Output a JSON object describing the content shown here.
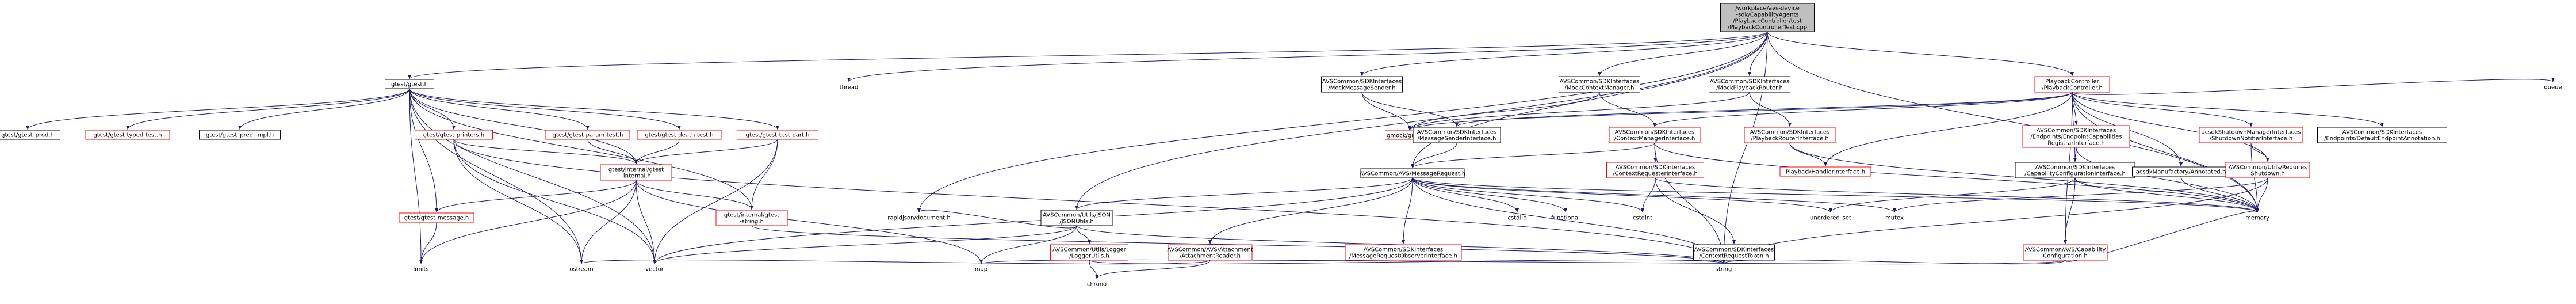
{
  "colors": {
    "edge": "#191970",
    "root_fill": "#bfbfbf",
    "root_border": "#000000",
    "node_fill": "#ffffff",
    "node_border": "#000000",
    "linked_border": "#ff0000",
    "external_text": "#000000"
  },
  "nodes": [
    {
      "id": "root",
      "lines": [
        "/workplace/avs-device",
        "-sdk/CapabilityAgents",
        "/PlaybackController/test",
        "/PlaybackControllerTest.cpp"
      ],
      "style": "root"
    },
    {
      "id": "gtest",
      "lines": [
        "gtest/gtest.h"
      ],
      "style": "doc"
    },
    {
      "id": "thread",
      "lines": [
        "thread"
      ],
      "style": "ext"
    },
    {
      "id": "mockmsgsender",
      "lines": [
        "AVSCommon/SDKInterfaces",
        "/MockMessageSender.h"
      ],
      "style": "doc"
    },
    {
      "id": "mockctxmgr",
      "lines": [
        "AVSCommon/SDKInterfaces",
        "/MockContextManager.h"
      ],
      "style": "doc"
    },
    {
      "id": "mockplayrouter",
      "lines": [
        "AVSCommon/SDKInterfaces",
        "/MockPlaybackRouter.h"
      ],
      "style": "doc"
    },
    {
      "id": "pbctrl",
      "lines": [
        "PlaybackController",
        "/PlaybackController.h"
      ],
      "style": "red"
    },
    {
      "id": "queue",
      "lines": [
        "queue"
      ],
      "style": "ext"
    },
    {
      "id": "gtest_prod",
      "lines": [
        "gtest/gtest_prod.h"
      ],
      "style": "doc"
    },
    {
      "id": "gtest_typed",
      "lines": [
        "gtest/gtest-typed-test.h"
      ],
      "style": "red"
    },
    {
      "id": "gtest_pred",
      "lines": [
        "gtest/gtest_pred_impl.h"
      ],
      "style": "doc"
    },
    {
      "id": "gtest_printers",
      "lines": [
        "gtest/gtest-printers.h"
      ],
      "style": "red"
    },
    {
      "id": "gtest_param",
      "lines": [
        "gtest/gtest-param-test.h"
      ],
      "style": "red"
    },
    {
      "id": "gtest_death",
      "lines": [
        "gtest/gtest-death-test.h"
      ],
      "style": "red"
    },
    {
      "id": "gtest_testpart",
      "lines": [
        "gtest/gtest-test-part.h"
      ],
      "style": "red"
    },
    {
      "id": "gmock",
      "lines": [
        "gmock/gmock.h"
      ],
      "style": "red"
    },
    {
      "id": "msgsenderif",
      "lines": [
        "AVSCommon/SDKInterfaces",
        "/MessageSenderInterface.h"
      ],
      "style": "doc"
    },
    {
      "id": "ctxmgrif",
      "lines": [
        "AVSCommon/SDKInterfaces",
        "/ContextManagerInterface.h"
      ],
      "style": "red"
    },
    {
      "id": "playrouterif",
      "lines": [
        "AVSCommon/SDKInterfaces",
        "/PlaybackRouterInterface.h"
      ],
      "style": "red"
    },
    {
      "id": "endpointcap",
      "lines": [
        "AVSCommon/SDKInterfaces",
        "/Endpoints/EndpointCapabilities",
        "RegistrarInterface.h"
      ],
      "style": "red"
    },
    {
      "id": "shutdownmgr",
      "lines": [
        "acsdkShutdownManagerInterfaces",
        "/ShutdownNotifierInterface.h"
      ],
      "style": "red"
    },
    {
      "id": "defendpoint",
      "lines": [
        "AVSCommon/SDKInterfaces",
        "/Endpoints/DefaultEndpointAnnotation.h"
      ],
      "style": "doc"
    },
    {
      "id": "gtest_internal",
      "lines": [
        "gtest/internal/gtest",
        "-internal.h"
      ],
      "style": "red"
    },
    {
      "id": "msgrequest",
      "lines": [
        "AVSCommon/AVS/MessageRequest.h"
      ],
      "style": "doc"
    },
    {
      "id": "ctxreqif",
      "lines": [
        "AVSCommon/SDKInterfaces",
        "/ContextRequesterInterface.h"
      ],
      "style": "red"
    },
    {
      "id": "playhandlerif",
      "lines": [
        "PlaybackHandlerInterface.h"
      ],
      "style": "red"
    },
    {
      "id": "capconfigif",
      "lines": [
        "AVSCommon/SDKInterfaces",
        "/CapabilityConfigurationInterface.h"
      ],
      "style": "doc"
    },
    {
      "id": "manufactory",
      "lines": [
        "acsdkManufactory/Annotated.h"
      ],
      "style": "doc"
    },
    {
      "id": "requiresshutdown",
      "lines": [
        "AVSCommon/Utils/Requires",
        "Shutdown.h"
      ],
      "style": "red"
    },
    {
      "id": "gtest_message",
      "lines": [
        "gtest/gtest-message.h"
      ],
      "style": "red"
    },
    {
      "id": "gtest_string",
      "lines": [
        "gtest/internal/gtest",
        "-string.h"
      ],
      "style": "red"
    },
    {
      "id": "jsonutils",
      "lines": [
        "AVSCommon/Utils/JSON",
        "/JSONUtils.h"
      ],
      "style": "doc"
    },
    {
      "id": "rapidjson",
      "lines": [
        "rapidjson/document.h"
      ],
      "style": "ext"
    },
    {
      "id": "logger",
      "lines": [
        "AVSCommon/Utils/Logger",
        "/LoggerUtils.h"
      ],
      "style": "red"
    },
    {
      "id": "attachreader",
      "lines": [
        "AVSCommon/AVS/Attachment",
        "/AttachmentReader.h"
      ],
      "style": "red"
    },
    {
      "id": "msgreqobs",
      "lines": [
        "AVSCommon/SDKInterfaces",
        "/MessageRequestObserverInterface.h"
      ],
      "style": "red"
    },
    {
      "id": "cstdlib",
      "lines": [
        "cstdlib"
      ],
      "style": "ext"
    },
    {
      "id": "functional",
      "lines": [
        "functional"
      ],
      "style": "ext"
    },
    {
      "id": "cstdint",
      "lines": [
        "cstdint"
      ],
      "style": "ext"
    },
    {
      "id": "ctxreqtoken",
      "lines": [
        "AVSCommon/SDKInterfaces",
        "/ContextRequestToken.h"
      ],
      "style": "doc"
    },
    {
      "id": "mutex",
      "lines": [
        "mutex"
      ],
      "style": "ext"
    },
    {
      "id": "unordered_set",
      "lines": [
        "unordered_set"
      ],
      "style": "ext"
    },
    {
      "id": "capconfig",
      "lines": [
        "AVSCommon/AVS/Capability",
        "Configuration.h"
      ],
      "style": "red"
    },
    {
      "id": "memory",
      "lines": [
        "memory"
      ],
      "style": "ext"
    },
    {
      "id": "limits",
      "lines": [
        "limits"
      ],
      "style": "ext"
    },
    {
      "id": "ostream",
      "lines": [
        "ostream"
      ],
      "style": "ext"
    },
    {
      "id": "vector",
      "lines": [
        "vector"
      ],
      "style": "ext"
    },
    {
      "id": "map",
      "lines": [
        "map"
      ],
      "style": "ext"
    },
    {
      "id": "chrono",
      "lines": [
        "chrono"
      ],
      "style": "ext"
    },
    {
      "id": "string",
      "lines": [
        "string"
      ],
      "style": "ext"
    }
  ],
  "edges": [
    [
      "root",
      "gtest"
    ],
    [
      "root",
      "thread"
    ],
    [
      "root",
      "mockmsgsender"
    ],
    [
      "root",
      "mockctxmgr"
    ],
    [
      "root",
      "mockplayrouter"
    ],
    [
      "root",
      "pbctrl"
    ],
    [
      "root",
      "msgrequest"
    ],
    [
      "root",
      "jsonutils"
    ],
    [
      "root",
      "rapidjson"
    ],
    [
      "root",
      "memory"
    ],
    [
      "root",
      "string"
    ],
    [
      "gtest",
      "gtest_prod"
    ],
    [
      "gtest",
      "gtest_typed"
    ],
    [
      "gtest",
      "gtest_pred"
    ],
    [
      "gtest",
      "gtest_printers"
    ],
    [
      "gtest",
      "gtest_param"
    ],
    [
      "gtest",
      "gtest_death"
    ],
    [
      "gtest",
      "gtest_testpart"
    ],
    [
      "gtest",
      "gtest_internal"
    ],
    [
      "gtest",
      "gtest_message"
    ],
    [
      "gtest",
      "gtest_string"
    ],
    [
      "gtest",
      "limits"
    ],
    [
      "gtest",
      "ostream"
    ],
    [
      "gtest",
      "vector"
    ],
    [
      "gtest_printers",
      "gtest_internal"
    ],
    [
      "gtest_printers",
      "ostream"
    ],
    [
      "gtest_printers",
      "vector"
    ],
    [
      "gtest_printers",
      "string"
    ],
    [
      "gtest_param",
      "gtest_internal"
    ],
    [
      "gtest_death",
      "gtest_internal"
    ],
    [
      "gtest_testpart",
      "gtest_internal"
    ],
    [
      "gtest_testpart",
      "gtest_string"
    ],
    [
      "gtest_testpart",
      "vector"
    ],
    [
      "gtest_internal",
      "gtest_message"
    ],
    [
      "gtest_internal",
      "gtest_string"
    ],
    [
      "gtest_internal",
      "vector"
    ],
    [
      "gtest_internal",
      "ostream"
    ],
    [
      "gtest_internal",
      "map"
    ],
    [
      "gtest_internal",
      "limits"
    ],
    [
      "gtest_message",
      "limits"
    ],
    [
      "gtest_string",
      "string"
    ],
    [
      "mockmsgsender",
      "gmock"
    ],
    [
      "mockmsgsender",
      "msgsenderif"
    ],
    [
      "mockctxmgr",
      "gmock"
    ],
    [
      "mockctxmgr",
      "ctxmgrif"
    ],
    [
      "mockplayrouter",
      "gmock"
    ],
    [
      "mockplayrouter",
      "playrouterif"
    ],
    [
      "pbctrl",
      "msgsenderif"
    ],
    [
      "pbctrl",
      "ctxmgrif"
    ],
    [
      "pbctrl",
      "playhandlerif"
    ],
    [
      "pbctrl",
      "endpointcap"
    ],
    [
      "pbctrl",
      "capconfigif"
    ],
    [
      "pbctrl",
      "shutdownmgr"
    ],
    [
      "pbctrl",
      "defendpoint"
    ],
    [
      "pbctrl",
      "manufactory"
    ],
    [
      "pbctrl",
      "requiresshutdown"
    ],
    [
      "pbctrl",
      "queue"
    ],
    [
      "pbctrl",
      "memory"
    ],
    [
      "pbctrl",
      "capconfig"
    ],
    [
      "pbctrl",
      "gmock"
    ],
    [
      "msgsenderif",
      "msgrequest"
    ],
    [
      "ctxmgrif",
      "ctxreqif"
    ],
    [
      "ctxmgrif",
      "msgrequest"
    ],
    [
      "ctxmgrif",
      "memory"
    ],
    [
      "ctxmgrif",
      "string"
    ],
    [
      "playrouterif",
      "playhandlerif"
    ],
    [
      "playrouterif",
      "memory"
    ],
    [
      "endpointcap",
      "capconfigif"
    ],
    [
      "endpointcap",
      "memory"
    ],
    [
      "capconfigif",
      "capconfig"
    ],
    [
      "capconfigif",
      "unordered_set"
    ],
    [
      "capconfigif",
      "memory"
    ],
    [
      "shutdownmgr",
      "requiresshutdown"
    ],
    [
      "shutdownmgr",
      "memory"
    ],
    [
      "requiresshutdown",
      "memory"
    ],
    [
      "requiresshutdown",
      "mutex"
    ],
    [
      "requiresshutdown",
      "string"
    ],
    [
      "manufactory",
      "memory"
    ],
    [
      "msgrequest",
      "jsonutils"
    ],
    [
      "msgrequest",
      "attachreader"
    ],
    [
      "msgrequest",
      "msgreqobs"
    ],
    [
      "msgrequest",
      "cstdlib"
    ],
    [
      "msgrequest",
      "functional"
    ],
    [
      "msgrequest",
      "cstdint"
    ],
    [
      "msgrequest",
      "mutex"
    ],
    [
      "msgrequest",
      "unordered_set"
    ],
    [
      "msgrequest",
      "memory"
    ],
    [
      "msgrequest",
      "string"
    ],
    [
      "msgrequest",
      "vector"
    ],
    [
      "ctxreqif",
      "ctxreqtoken"
    ],
    [
      "ctxreqif",
      "cstdint"
    ],
    [
      "ctxreqif",
      "memory"
    ],
    [
      "jsonutils",
      "rapidjson"
    ],
    [
      "jsonutils",
      "logger"
    ],
    [
      "jsonutils",
      "map"
    ],
    [
      "jsonutils",
      "string"
    ],
    [
      "jsonutils",
      "vector"
    ],
    [
      "logger",
      "chrono"
    ],
    [
      "logger",
      "string"
    ],
    [
      "attachreader",
      "chrono"
    ],
    [
      "attachreader",
      "ostream"
    ],
    [
      "capconfig",
      "map"
    ],
    [
      "capconfig",
      "string"
    ],
    [
      "capconfig",
      "memory"
    ]
  ]
}
